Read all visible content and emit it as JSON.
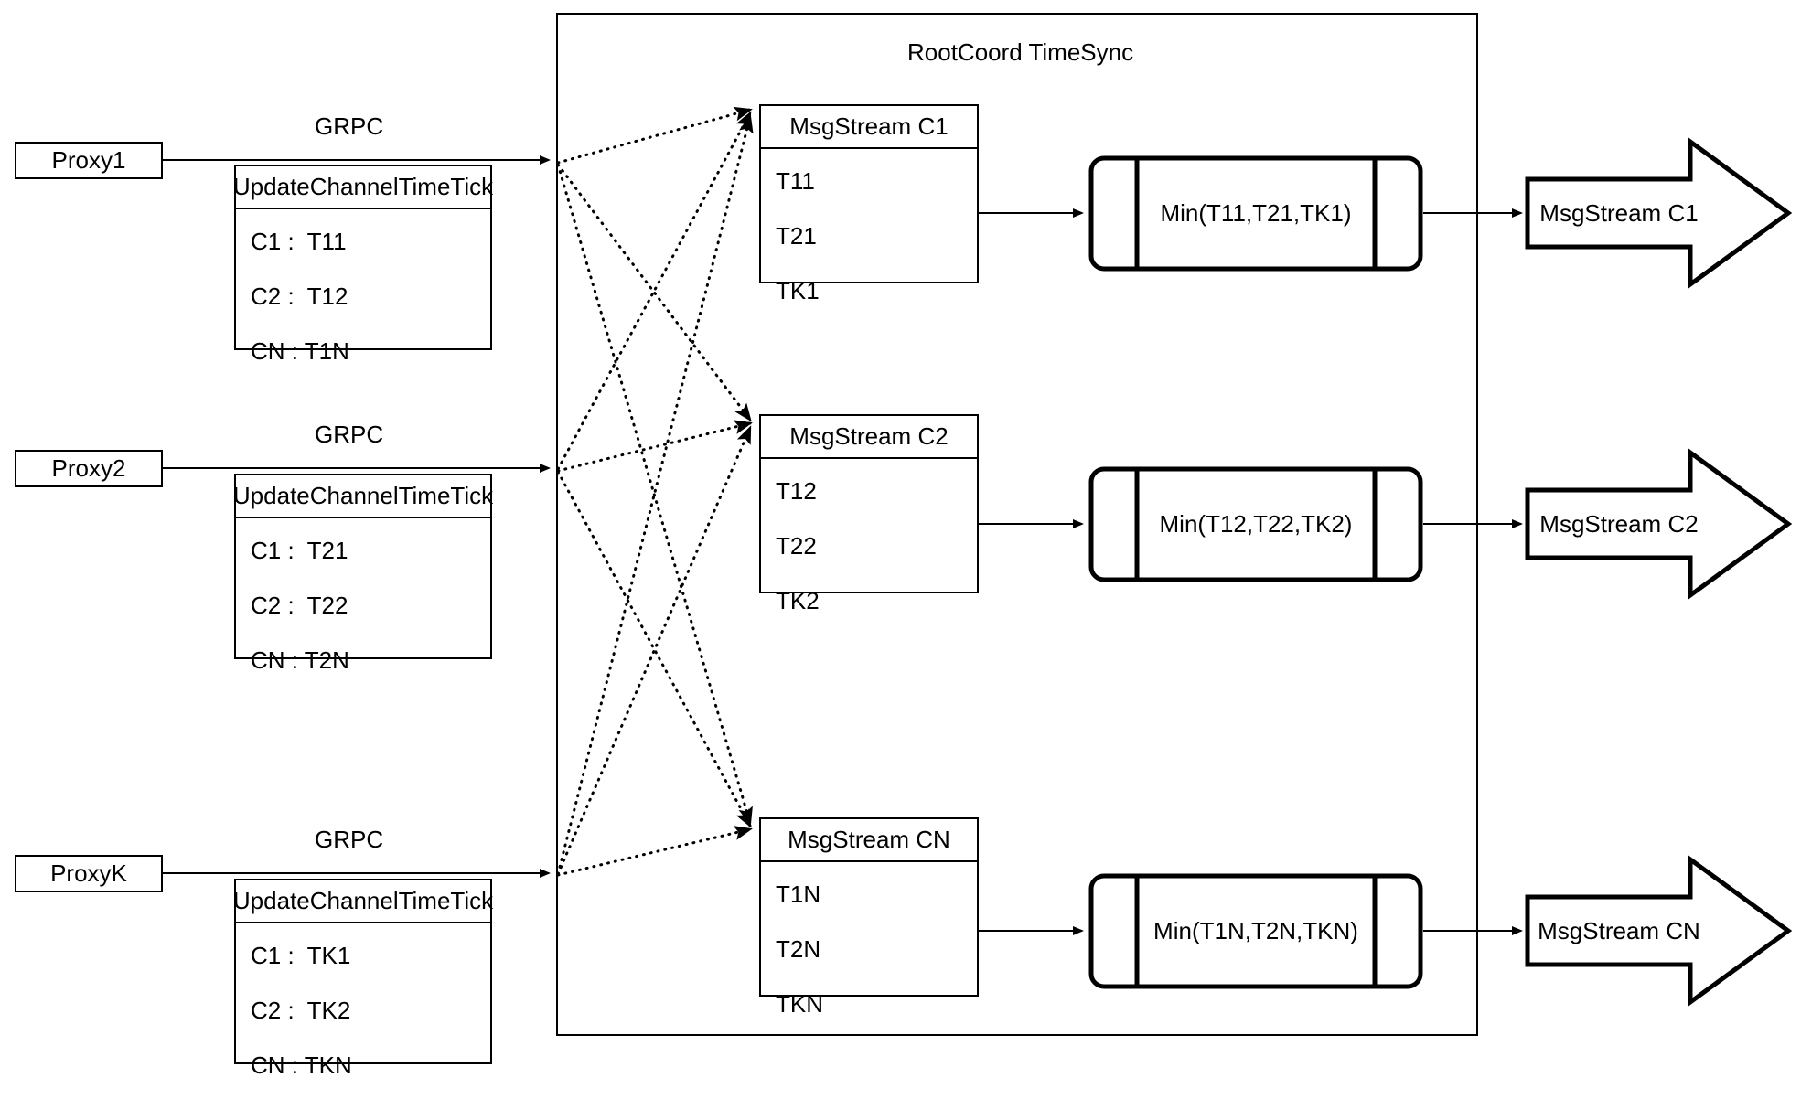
{
  "diagram": {
    "container": {
      "title": "RootCoord TimeSync"
    },
    "proxies": [
      {
        "name": "Proxy1",
        "link_label": "GRPC",
        "rpc_title": "UpdateChannelTimeTick",
        "rows": [
          "C1 :  T11",
          "C2 :  T12",
          "CN : T1N"
        ]
      },
      {
        "name": "Proxy2",
        "link_label": "GRPC",
        "rpc_title": "UpdateChannelTimeTick",
        "rows": [
          "C1 :  T21",
          "C2 :  T22",
          "CN : T2N"
        ]
      },
      {
        "name": "ProxyK",
        "link_label": "GRPC",
        "rpc_title": "UpdateChannelTimeTick",
        "rows": [
          "C1 :  TK1",
          "C2 :  TK2",
          "CN : TKN"
        ]
      }
    ],
    "channels": [
      {
        "stream_title": "MsgStream C1",
        "ticks": [
          "T11",
          "T21",
          "TK1"
        ],
        "min_label": "Min(T11,T21,TK1)",
        "out_label": "MsgStream C1"
      },
      {
        "stream_title": "MsgStream C2",
        "ticks": [
          "T12",
          "T22",
          "TK2"
        ],
        "min_label": "Min(T12,T22,TK2)",
        "out_label": "MsgStream C2"
      },
      {
        "stream_title": "MsgStream CN",
        "ticks": [
          "T1N",
          "T2N",
          "TKN"
        ],
        "min_label": "Min(T1N,T2N,TKN)",
        "out_label": "MsgStream CN"
      }
    ],
    "colors": {
      "stroke": "#000000",
      "background": "#ffffff"
    }
  }
}
